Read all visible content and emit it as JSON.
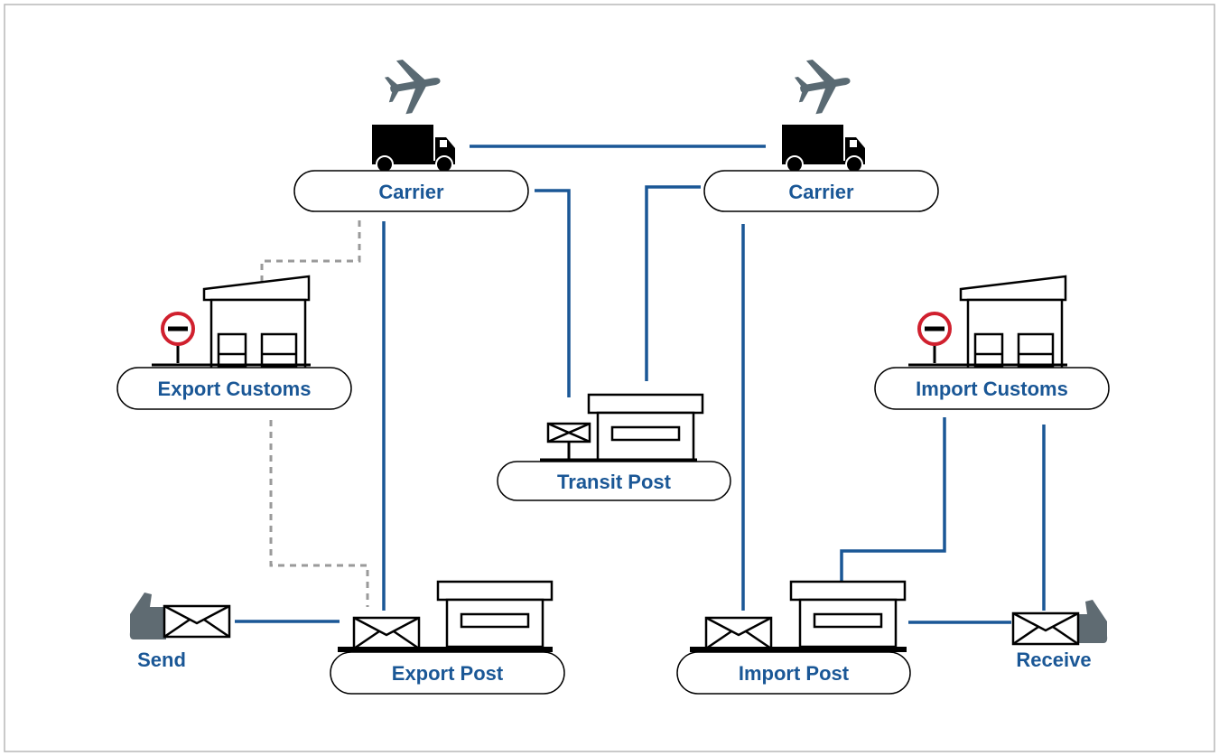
{
  "labels": {
    "carrier_left": "Carrier",
    "carrier_right": "Carrier",
    "export_customs": "Export Customs",
    "import_customs": "Import Customs",
    "transit_post": "Transit Post",
    "export_post": "Export Post",
    "import_post": "Import Post",
    "send": "Send",
    "receive": "Receive"
  },
  "colors": {
    "link_line": "#1a5796",
    "customs_link": "#9a9a9a",
    "label_text": "#1a5796",
    "airplane": "#5a6a73",
    "hand": "#5f6b72",
    "stop_sign": "#d0202e"
  }
}
